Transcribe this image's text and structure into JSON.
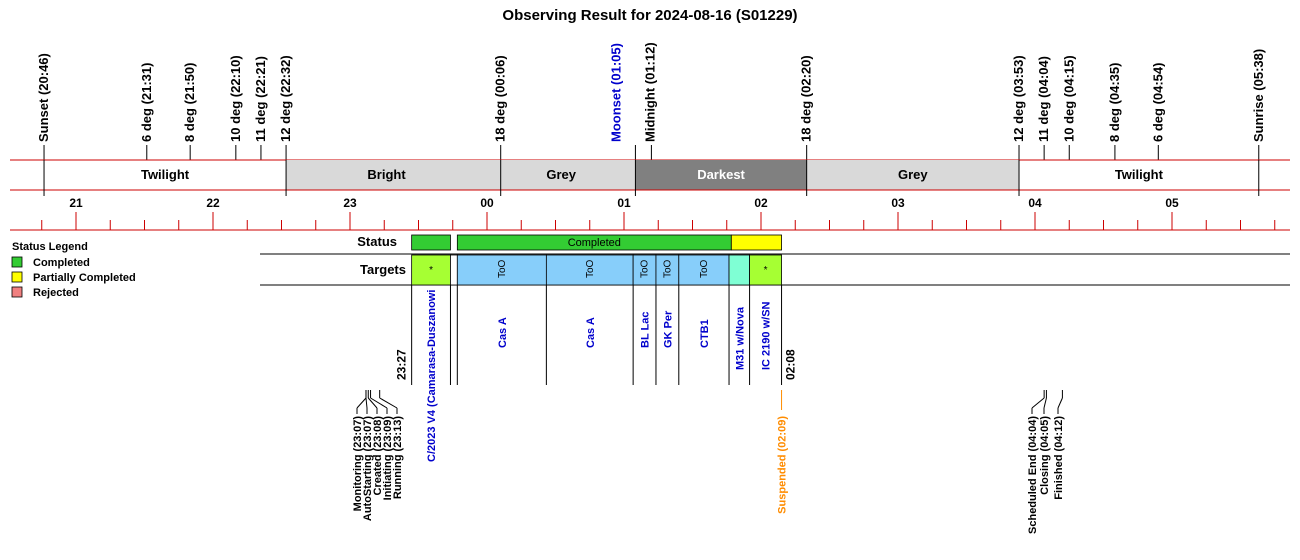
{
  "chart_data": {
    "type": "timeline",
    "title": "Observing Result for 2024-08-16 (S01229)",
    "events": [
      {
        "label": "Sunset (20:46)",
        "time": "20:46",
        "kind": "sun"
      },
      {
        "label": "6 deg (21:31)",
        "time": "21:31",
        "kind": "twilight"
      },
      {
        "label": "8 deg (21:50)",
        "time": "21:50",
        "kind": "twilight"
      },
      {
        "label": "10 deg (22:10)",
        "time": "22:10",
        "kind": "twilight"
      },
      {
        "label": "11 deg (22:21)",
        "time": "22:21",
        "kind": "twilight"
      },
      {
        "label": "12 deg (22:32)",
        "time": "22:32",
        "kind": "twilight"
      },
      {
        "label": "18 deg (00:06)",
        "time": "00:06",
        "kind": "twilight"
      },
      {
        "label": "Moonset (01:05)",
        "time": "01:05",
        "kind": "moon"
      },
      {
        "label": "Midnight (01:12)",
        "time": "01:12",
        "kind": "midnight"
      },
      {
        "label": "18 deg (02:20)",
        "time": "02:20",
        "kind": "twilight"
      },
      {
        "label": "12 deg (03:53)",
        "time": "03:53",
        "kind": "twilight"
      },
      {
        "label": "11 deg (04:04)",
        "time": "04:04",
        "kind": "twilight"
      },
      {
        "label": "10 deg (04:15)",
        "time": "04:15",
        "kind": "twilight"
      },
      {
        "label": "8 deg (04:35)",
        "time": "04:35",
        "kind": "twilight"
      },
      {
        "label": "6 deg (04:54)",
        "time": "04:54",
        "kind": "twilight"
      },
      {
        "label": "Sunrise (05:38)",
        "time": "05:38",
        "kind": "sun"
      }
    ],
    "phases": [
      {
        "label": "Twilight",
        "start": "20:46",
        "end": "22:32",
        "color": "#ffffff",
        "text_color": "#000000"
      },
      {
        "label": "Bright",
        "start": "22:32",
        "end": "00:00",
        "color": "#d9d9d9",
        "text_color": "#000000"
      },
      {
        "label": "Grey",
        "start": "00:00",
        "end": "01:05",
        "color": "#d9d9d9",
        "text_color": "#000000"
      },
      {
        "label": "Darkest",
        "start": "01:05",
        "end": "02:20",
        "color": "#808080",
        "text_color": "#ffffff"
      },
      {
        "label": "Grey",
        "start": "02:20",
        "end": "03:53",
        "color": "#d9d9d9",
        "text_color": "#000000"
      },
      {
        "label": "Twilight",
        "start": "03:53",
        "end": "05:38",
        "color": "#ffffff",
        "text_color": "#000000"
      }
    ],
    "hour_ticks": [
      "21",
      "22",
      "23",
      "00",
      "01",
      "02",
      "03",
      "04",
      "05"
    ],
    "status_label": "Status",
    "targets_label": "Targets",
    "status_blocks": [
      {
        "start": "23:27",
        "end": "23:44",
        "status": "Completed",
        "text": ""
      },
      {
        "start": "23:47",
        "end": "01:47",
        "status": "Completed",
        "text": "Completed"
      },
      {
        "start": "01:47",
        "end": "02:09",
        "status": "Partially Completed",
        "text": ""
      }
    ],
    "targets": [
      {
        "name": "C/2023 V4 (Camarasa-Duszanowi",
        "start": "23:27",
        "end": "23:44",
        "tag": "*",
        "color": "#a6ff33"
      },
      {
        "name": "",
        "start": "23:44",
        "end": "23:47",
        "tag": "",
        "color": "#ffffff"
      },
      {
        "name": "Cas A",
        "start": "23:47",
        "end": "00:26",
        "tag": "ToO",
        "color": "#87cefa"
      },
      {
        "name": "Cas A",
        "start": "00:26",
        "end": "01:04",
        "tag": "ToO",
        "color": "#87cefa"
      },
      {
        "name": "BL Lac",
        "start": "01:04",
        "end": "01:14",
        "tag": "ToO",
        "color": "#87cefa"
      },
      {
        "name": "GK Per",
        "start": "01:14",
        "end": "01:24",
        "tag": "ToO",
        "color": "#87cefa"
      },
      {
        "name": "CTB1",
        "start": "01:24",
        "end": "01:46",
        "tag": "ToO",
        "color": "#87cefa"
      },
      {
        "name": "M31 w/Nova",
        "start": "01:46",
        "end": "01:55",
        "tag": "",
        "color": "#7fffd4"
      },
      {
        "name": "IC 2190 w/SN",
        "start": "01:55",
        "end": "02:09",
        "tag": "*",
        "color": "#a6ff33"
      }
    ],
    "start_time_label": "23:27",
    "end_time_label": "02:08",
    "bottom_events": [
      {
        "label": "Monitoring (23:07)",
        "time": "23:07",
        "color": "#000000"
      },
      {
        "label": "AutoStarting (23:07)",
        "time": "23:07",
        "color": "#000000"
      },
      {
        "label": "Created (23:08)",
        "time": "23:08",
        "color": "#000000"
      },
      {
        "label": "Initiating (23:09)",
        "time": "23:09",
        "color": "#000000"
      },
      {
        "label": "Running (23:13)",
        "time": "23:13",
        "color": "#000000"
      },
      {
        "label": "Suspended (02:09)",
        "time": "02:09",
        "color": "#ff8c00"
      },
      {
        "label": "Scheduled End (04:04)",
        "time": "04:04",
        "color": "#000000"
      },
      {
        "label": "Closing (04:05)",
        "time": "04:05",
        "color": "#000000"
      },
      {
        "label": "Finished (04:12)",
        "time": "04:12",
        "color": "#000000"
      }
    ],
    "legend": {
      "title": "Status Legend",
      "items": [
        {
          "label": "Completed",
          "color": "#33cc33"
        },
        {
          "label": "Partially Completed",
          "color": "#ffff00"
        },
        {
          "label": "Rejected",
          "color": "#f08080"
        }
      ]
    },
    "colors": {
      "axis_line": "#cc0000",
      "moon_text": "#0000cc",
      "target_text": "#0000cc",
      "suspended_text": "#ff8c00"
    }
  }
}
